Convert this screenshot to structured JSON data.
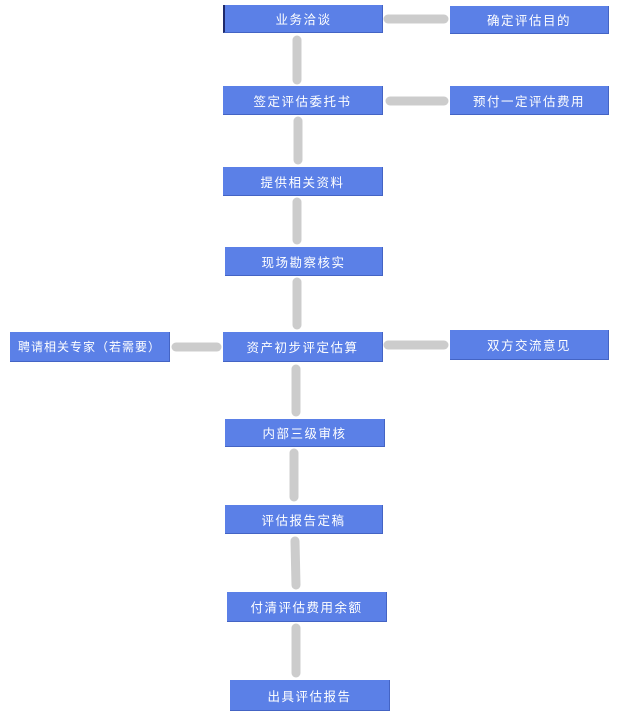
{
  "flow": {
    "steps": [
      "业务洽谈",
      "签定评估委托书",
      "提供相关资料",
      "现场勘察核实",
      "资产初步评定估算",
      "内部三级审核",
      "评估报告定稿",
      "付清评估费用余额",
      "出具评估报告"
    ],
    "side_notes": {
      "purpose": "确定评估目的",
      "prepay": "预付一定评估费用",
      "exchange": "双方交流意见",
      "experts": "聘请相关专家（若需要）"
    }
  },
  "colors": {
    "node_fill": "#5b80e7",
    "node_text": "#ffffff",
    "connector": "#cccccc"
  }
}
